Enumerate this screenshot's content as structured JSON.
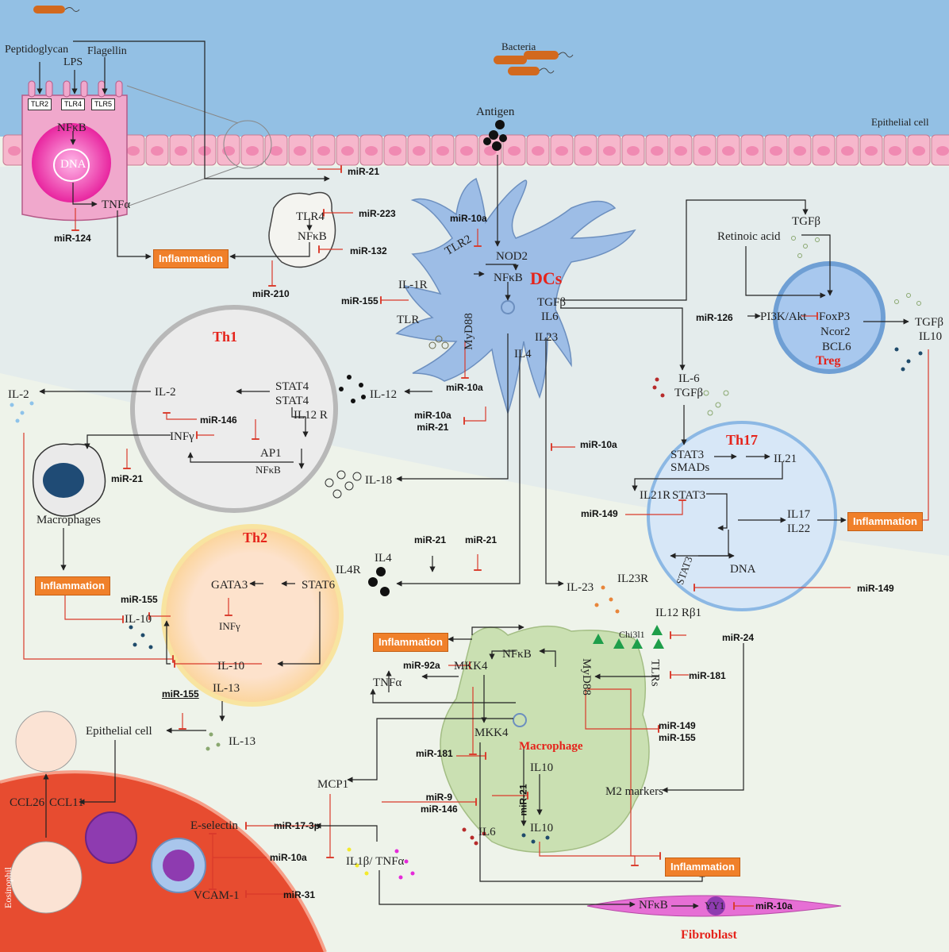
{
  "colors": {
    "lumen": "#93c0e4",
    "background": "#eef3ea",
    "inhibit": "#d93a2b",
    "inflammation_box": "#f0802a",
    "title_red": "#e5231b",
    "dc_body": "#9dbde6",
    "blood_vessel": "#e74c30",
    "fibroblast": "#e66fd5"
  },
  "labels": {
    "peptidoglycan": "Peptidoglycan",
    "lps": "LPS",
    "flagellin": "Flagellin",
    "tlr2": "TLR2",
    "tlr4": "TLR4",
    "tlr5": "TLR5",
    "nfkb_epi": "NFκB",
    "dna_epi": "DNA",
    "tnfa_epi": "TNFα",
    "bacteria": "Bacteria",
    "antigen": "Antigen",
    "epithelial_cell_top": "Epithelial cell",
    "tlr4_mac": "TLR4",
    "nfkb_mac": "NFκB",
    "tlr2_dc": "TLR2",
    "nod2": "NOD2",
    "nfkb_dc": "NFκB",
    "il1r": "IL-1R",
    "tlr_dc": "TLR",
    "myd88_dc": "MyD88",
    "tgfb_dc": "TGFβ",
    "il6_dc": "IL6",
    "il23_dc": "IL23",
    "il4_dc": "IL4",
    "tgfb_top": "TGFβ",
    "retinoic": "Retinoic acid",
    "pi3k": "PI3K/Akt",
    "foxp3": "FoxP3",
    "ncor2": "Ncor2",
    "bcl6": "BCL6",
    "tgfb_out": "TGFβ",
    "il10_out": "IL10",
    "il2_th1": "IL-2",
    "stat4a": "STAT4",
    "stat4b": "STAT4",
    "il12r": "IL12 R",
    "il12": "IL-12",
    "il2_left": "IL-2",
    "infg_th1": "INFγ",
    "ap1": "AP1",
    "nfkb_th1": "NFκB",
    "il18": "IL-18",
    "macrophages": "Macrophages",
    "il6_th17": "IL-6",
    "tgfb_th17": "TGFβ",
    "stat3_smads1": "STAT3",
    "stat3_smads2": "SMADs",
    "il21": "IL21",
    "il21r": "IL21R",
    "stat3_th17": "STAT3",
    "il17": "IL17",
    "il22": "IL22",
    "dna_th17": "DNA",
    "stat3_rec": "STAT3",
    "il23r": "IL23R",
    "il12rb1": "IL12 Rβ1",
    "il23_out": "IL-23",
    "il4_th2": "IL4",
    "il4r": "IL4R",
    "gata3": "GATA3",
    "stat6": "STAT6",
    "infg_th2": "INFγ",
    "il10_th2_a": "IL-10",
    "il10_th2_b": "IL-10",
    "il13_th2": "IL-13",
    "il13_out": "IL-13",
    "epithelial_cell": "Epithelial cell",
    "ccl26": "CCL26",
    "ccl11": "CCL11",
    "eosinophil": "Eosinophil",
    "e_selectin": "E-selectin",
    "vcam1": "VCAM-1",
    "mcp1": "MCP1",
    "il1b_tnfa": "IL1β/ TNFα",
    "chi3l1": "Chi3l1",
    "nfkb_macro": "NFκB",
    "mkk4_a": "MKK4",
    "mkk4_b": "MKK4",
    "myd88_macro": "MyD88",
    "tlrs": "TLRs",
    "tnfa_macro": "TNFα",
    "il10_macro_a": "IL10",
    "il10_macro_b": "IL10",
    "il6_macro": "IL6",
    "m2_markers": "M2 markers",
    "nfkb_fib": "NFκB",
    "yy1": "YY1"
  },
  "titles": {
    "dcs": "DCs",
    "th1": "Th1",
    "treg": "Treg",
    "th17": "Th17",
    "th2": "Th2",
    "macrophage": "Macrophage",
    "fibroblast": "Fibroblast"
  },
  "mirnas": {
    "mir21_top": "miR-21",
    "mir124": "miR-124",
    "mir223": "miR-223",
    "mir132": "miR-132",
    "mir210": "miR-210",
    "mir10a_dc": "miR-10a",
    "mir155_dc": "miR-155",
    "mir126": "miR-126",
    "mir10a_myd": "miR-10a",
    "mir10a_21": "miR-10a\nmiR-21",
    "mir146": "miR-146",
    "mir21_th1": "miR-21",
    "mir10a_mid": "miR-10a",
    "mir149_a": "miR-149",
    "mir149_b": "miR-149",
    "mir21_th2a": "miR-21",
    "mir21_th2b": "miR-21",
    "mir155_th2": "miR-155",
    "mir155_ep": "miR-155",
    "mir24": "miR-24",
    "mir92a": "miR-92a",
    "mir181_a": "miR-181",
    "mir149_155": "miR-149\nmiR-155",
    "mir181_b": "miR-181",
    "mir21_mac": "miR-21",
    "mir9_146": "miR-9\nmiR-146",
    "mir17_3p": "miR-17-3p",
    "mir10a_vessel": "miR-10a",
    "mir31": "miR-31",
    "mir10a_fib": "miR-10a"
  },
  "inflammation_label": "Inflammation"
}
